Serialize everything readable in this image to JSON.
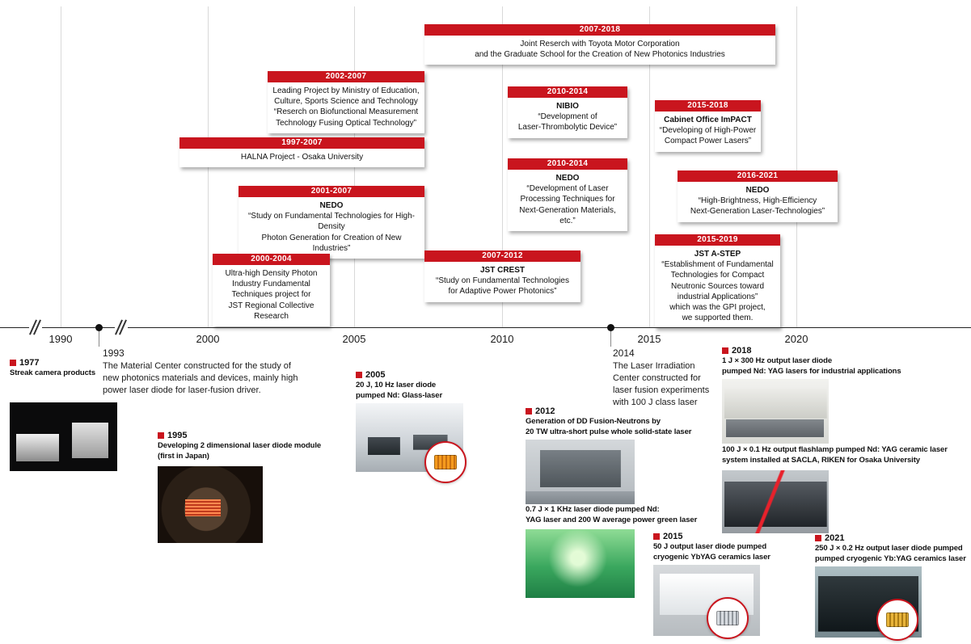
{
  "palette": {
    "accent_red": "#c9151e"
  },
  "axis": {
    "years": [
      {
        "label": "1990"
      },
      {
        "label": "2000"
      },
      {
        "label": "2005"
      },
      {
        "label": "2010"
      },
      {
        "label": "2015"
      },
      {
        "label": "2020"
      }
    ]
  },
  "projects": [
    {
      "period": "2007-2018",
      "org": "",
      "body": "Joint Reserch with Toyota Motor Corporation\nand the Graduate School for the Creation of New Photonics Industries"
    },
    {
      "period": "2002-2007",
      "org": "",
      "body": "Leading Project by Ministry of Education,\nCulture, Sports Science and Technology\n“Reserch on Biofunctional Measurement\nTechnology Fusing  Optical Technology”"
    },
    {
      "period": "2010-2014",
      "org": "NIBIO",
      "body": "“Development of\nLaser-Thrombolytic Device”"
    },
    {
      "period": "2015-2018",
      "org": "Cabinet Office ImPACT",
      "body": "“Developing of High-Power\nCompact Power Lasers”"
    },
    {
      "period": "1997-2007",
      "org": "",
      "body": "HALNA Project - Osaka University"
    },
    {
      "period": "2010-2014",
      "org": "NEDO",
      "body": "“Development of Laser\nProcessing Techniques for\nNext-Generation Materials, etc.”"
    },
    {
      "period": "2016-2021",
      "org": "NEDO",
      "body": "“High-Brightness, High-Efficiency\nNext-Generation Laser-Technologies”"
    },
    {
      "period": "2001-2007",
      "org": "NEDO",
      "body": "“Study on Fundamental Technologies for High-Density\nPhoton Generation for Creation of New Industries”"
    },
    {
      "period": "2015-2019",
      "org": "JST A-STEP",
      "body": "“Establishment of Fundamental\nTechnologies for Compact\nNeutronic Sources toward\nindustrial Applications”\nwhich was the GPI project,\nwe supported them."
    },
    {
      "period": "2000-2004",
      "org": "",
      "body": "Ultra-high Density Photon\nIndustry Fundamental\nTechniques project for\nJST Regional Collective Research"
    },
    {
      "period": "2007-2012",
      "org": "JST CREST",
      "body": "“Study on Fundamental Technologies\nfor Adaptive Power Photonics”"
    }
  ],
  "notes": [
    {
      "year": "1993",
      "text": "The Material Center constructed for the study of\nnew photonics materials and devices, mainly high\npower laser diode for laser-fusion driver."
    },
    {
      "year": "2014",
      "text": "The Laser Irradiation\nCenter constructed for\nlaser fusion experiments\nwith 100 J class laser"
    }
  ],
  "milestones": [
    {
      "year": "1977",
      "text": "Streak camera products"
    },
    {
      "year": "1995",
      "text": "Developing 2 dimensional laser diode module\n(first in Japan)"
    },
    {
      "year": "2005",
      "text": "20 J, 10 Hz laser diode\npumped Nd: Glass-laser"
    },
    {
      "year": "2012",
      "text": "Generation of DD Fusion-Neutrons by\n20 TW ultra-short pulse whole solid-state laser"
    },
    {
      "year": "",
      "text": "0.7 J × 1 KHz laser diode pumped Nd:\nYAG laser and 200 W average power green laser"
    },
    {
      "year": "2015",
      "text": "50 J output laser diode pumped\ncryogenic YbYAG ceramics laser"
    },
    {
      "year": "2018",
      "text": "1 J × 300 Hz output laser diode\npumped Nd: YAG lasers for industrial applications"
    },
    {
      "year": "",
      "text": "100 J × 0.1 Hz output flashlamp pumped Nd: YAG ceramic laser\nsystem installed at SACLA, RIKEN for Osaka University"
    },
    {
      "year": "2021",
      "text": "250 J × 0.2 Hz output laser diode pumped\npumped cryogenic Yb:YAG ceramics laser"
    }
  ]
}
